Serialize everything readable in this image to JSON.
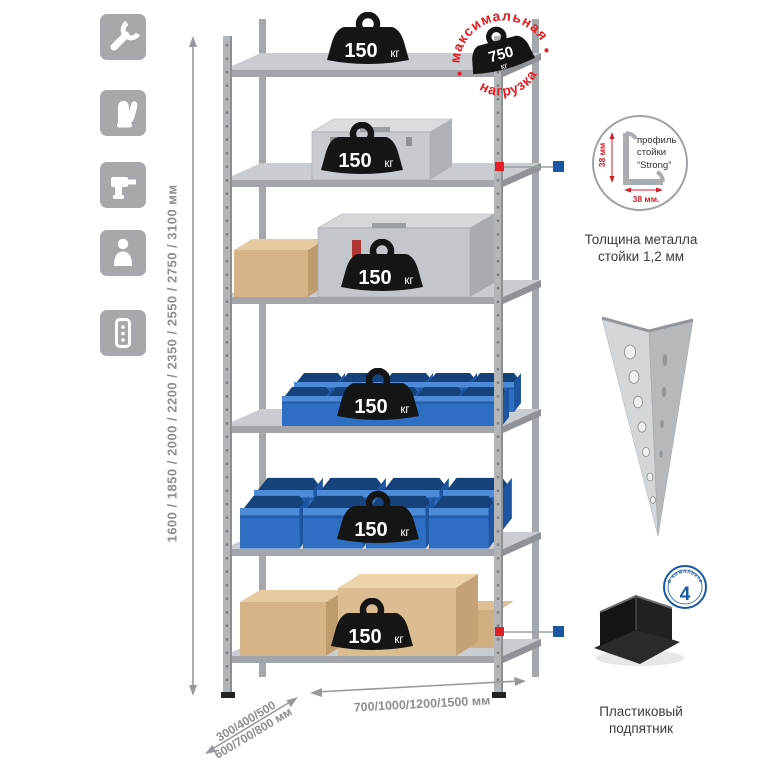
{
  "colors": {
    "red": "#e31e24",
    "blue": "#1857a4",
    "icon_gray": "#a6a8ab",
    "dim_gray": "#8c8e90"
  },
  "sidebar": {
    "icons": [
      {
        "id": "wrench-icon"
      },
      {
        "id": "gloves-icon"
      },
      {
        "id": "drill-icon"
      },
      {
        "id": "person-icon"
      },
      {
        "id": "profile-holes-icon"
      }
    ]
  },
  "dimensions": {
    "height": "1600 / 1850 / 2000 / 2200 / 2350 / 2550 / 2750 / 3100 мм",
    "width": "700/1000/1200/1500 мм",
    "depth_line1": "300/400/500",
    "depth_line2": "600/700/800 мм"
  },
  "shelves": [
    {
      "value": "150",
      "unit": "кг"
    },
    {
      "value": "150",
      "unit": "кг"
    },
    {
      "value": "150",
      "unit": "кг"
    },
    {
      "value": "150",
      "unit": "кг"
    },
    {
      "value": "150",
      "unit": "кг"
    },
    {
      "value": "150",
      "unit": "кг"
    }
  ],
  "max_load": {
    "arc_top": "максимальная",
    "arc_bottom": "нагрузка",
    "value": "750",
    "unit": "кг"
  },
  "profile_callout": {
    "line1": "профиль",
    "line2": "стойки",
    "line3": "“Strong”",
    "dim_vertical": "38 мм",
    "dim_horizontal": "38 мм.",
    "caption_line1": "Толщина металла",
    "caption_line2": "стойки 1,2 мм"
  },
  "foot_callout": {
    "badge_value": "4",
    "badge_text": "в комплекте",
    "caption_line1": "Пластиковый",
    "caption_line2": "подпятник"
  }
}
